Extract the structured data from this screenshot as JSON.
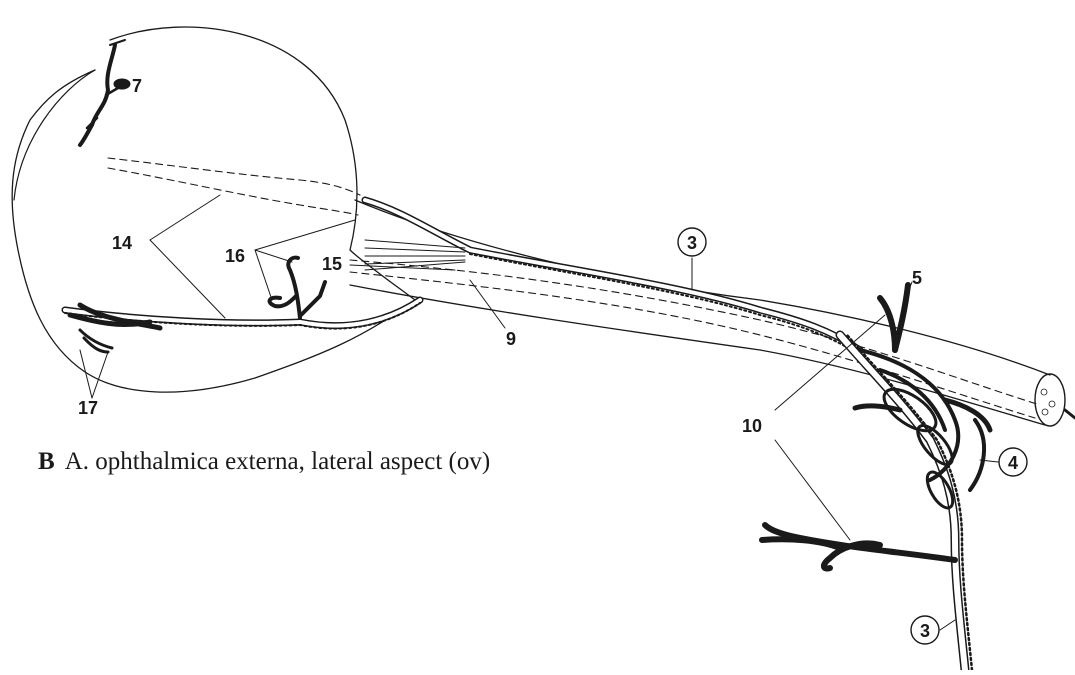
{
  "caption": {
    "panel_letter": "B",
    "text": "A. ophthalmica externa, lateral aspect (ov)"
  },
  "labels": {
    "l3_top": "3",
    "l3_bottom": "3",
    "l4": "4",
    "l5": "5",
    "l7": "7",
    "l9": "9",
    "l10": "10",
    "l14": "14",
    "l15": "15",
    "l16": "16",
    "l17": "17"
  },
  "colors": {
    "ink": "#1a1a1a",
    "paper": "#ffffff"
  }
}
